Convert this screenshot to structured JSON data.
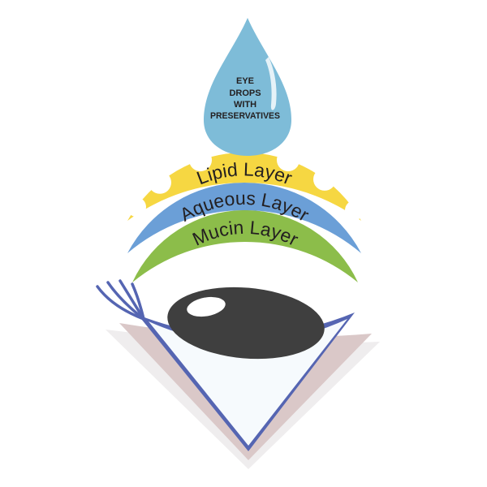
{
  "diagram": {
    "drop": {
      "lines": [
        "EYE",
        "DROPS",
        "WITH",
        "PRESERVATIVES"
      ],
      "fill": "#7ebcd8",
      "highlight": "#e6f2f8"
    },
    "layers": [
      {
        "label": "Lipid Layer",
        "color": "#f6d742"
      },
      {
        "label": "Aqueous Layer",
        "color": "#6b9fd7"
      },
      {
        "label": "Mucin Layer",
        "color": "#8cbd4a"
      }
    ],
    "eye": {
      "iris_color": "#3f3f3f",
      "iris_highlight": "#ffffff",
      "fold_blue": "#5565b2",
      "fold_pink": "#dac8c8",
      "outer_gray": "#efedee",
      "page_white": "#f6fafd"
    },
    "text_color": "#231f20",
    "background": "#ffffff"
  }
}
